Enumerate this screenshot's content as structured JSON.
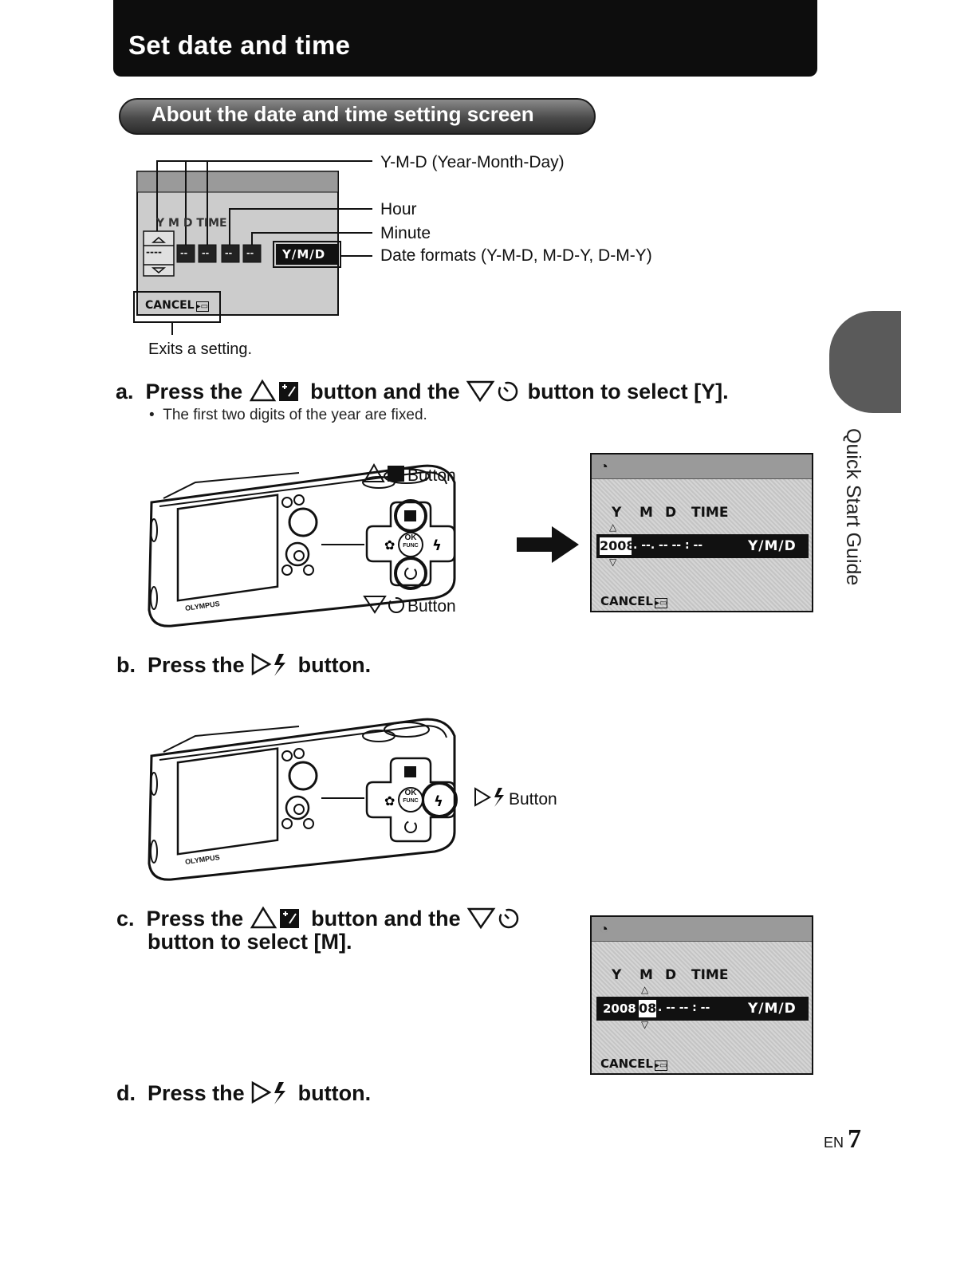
{
  "header": {
    "title": "Set date and time"
  },
  "section": {
    "title": "About the date and time setting screen"
  },
  "side_tab": {
    "label": "Quick Start Guide"
  },
  "diagram": {
    "callout_ymd": "Y-M-D (Year-Month-Day)",
    "callout_hour": "Hour",
    "callout_minute": "Minute",
    "callout_formats": "Date formats (Y-M-D, M-D-Y, D-M-Y)",
    "callout_exit": "Exits a setting.",
    "lcd_labels": "Y  M  D  TIME",
    "lcd_dashes": "----",
    "lcd_cell": "--",
    "format": "Y/M/D",
    "cancel": "CANCEL"
  },
  "steps": {
    "a": {
      "letter": "a.",
      "text1": "Press the",
      "text2": "button and the",
      "text3": "button to select [Y].",
      "bullet": "The first two digits of the year are fixed.",
      "up_label": "Button",
      "down_label": "Button"
    },
    "b": {
      "letter": "b.",
      "text1": "Press the",
      "text2": "button.",
      "right_label": "Button"
    },
    "c": {
      "letter": "c.",
      "text1": "Press the",
      "text2": "button and the",
      "text3": "button to select [M]."
    },
    "d": {
      "letter": "d.",
      "text1": "Press the",
      "text2": "button."
    }
  },
  "screen1": {
    "y": "Y",
    "m": "M",
    "d": "D",
    "time": "TIME",
    "year": "2008",
    "rest": ". --. --   -- : --",
    "format": "Y/M/D",
    "cancel": "CANCEL"
  },
  "screen2": {
    "y": "Y",
    "m": "M",
    "d": "D",
    "time": "TIME",
    "year": "2008",
    "month": "08",
    "rest": ". --   -- : --",
    "format": "Y/M/D",
    "cancel": "CANCEL"
  },
  "dpad": {
    "ok": "OK",
    "func": "FUNC"
  },
  "camera": {
    "brand": "OLYMPUS"
  },
  "footer": {
    "lang": "EN",
    "page": "7"
  },
  "colors": {
    "header": "#0d0d0d",
    "pill": "#4a4a4a",
    "lcd": "#cfcfcf"
  }
}
